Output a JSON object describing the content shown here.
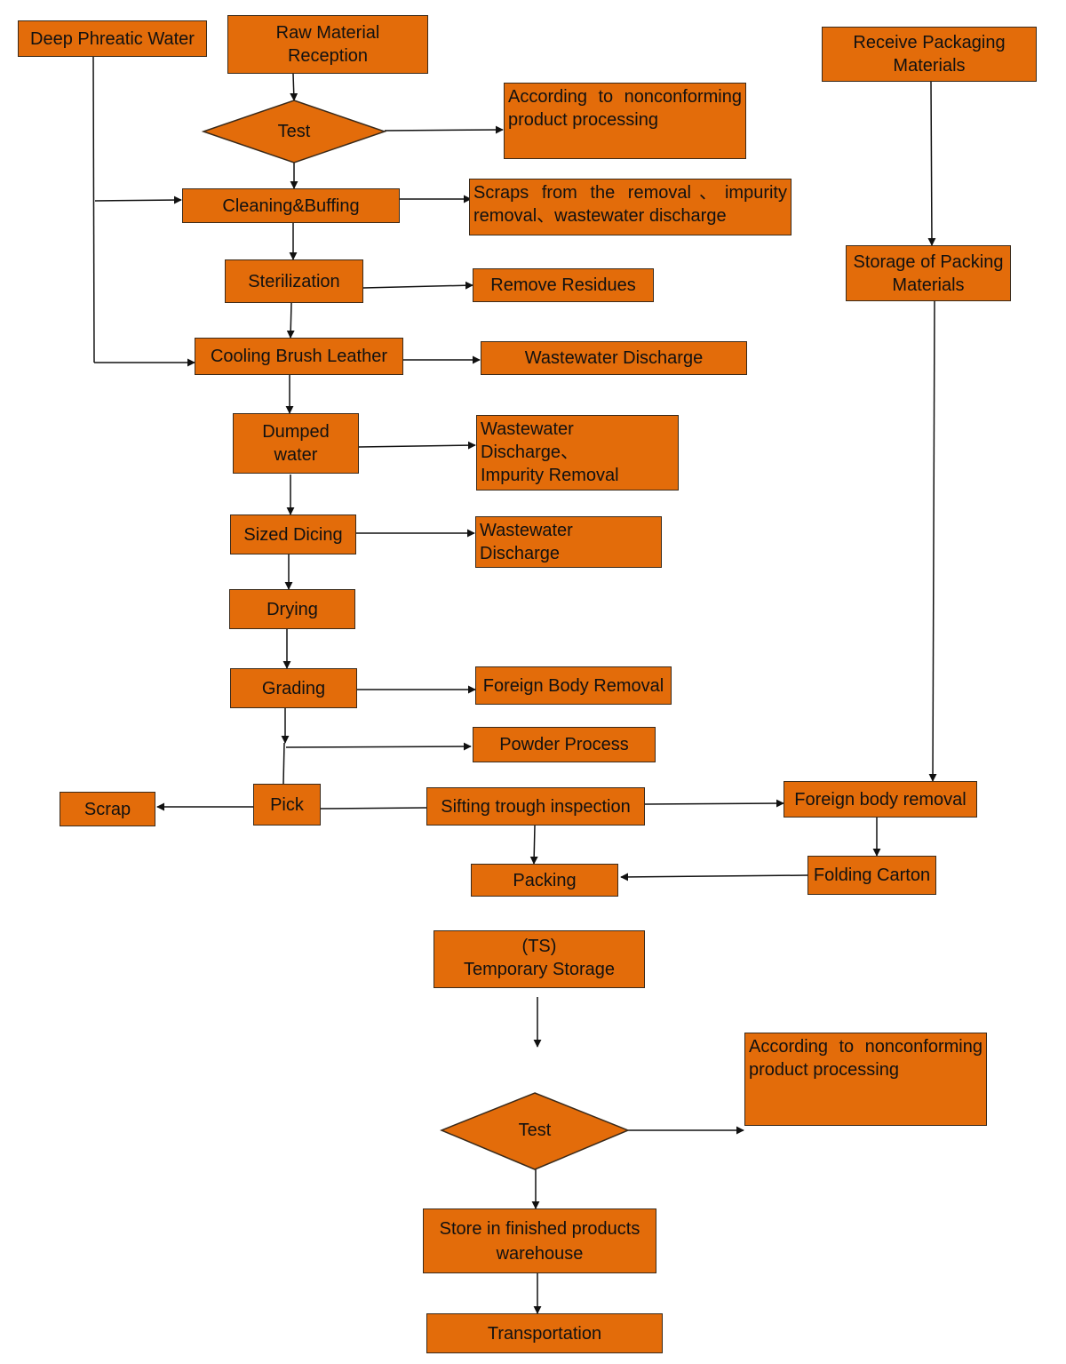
{
  "nodes": {
    "deep_phreatic_water": "Deep Phreatic Water",
    "raw_material_reception": "Raw Material Reception",
    "test_1": "Test",
    "nonconforming_1": "According to nonconforming product processing",
    "cleaning_buffing": "Cleaning&Buffing",
    "scraps_removal": "Scraps from the removal、impurity removal、wastewater discharge",
    "sterilization": "Sterilization",
    "remove_residues": "Remove Residues",
    "cooling_brush_leather": "Cooling Brush Leather",
    "wastewater_discharge_1": "Wastewater Discharge",
    "dumped_water": "Dumped water",
    "wastewater_impurity": "Wastewater Discharge、 Impurity Removal",
    "sized_dicing": "Sized Dicing",
    "wastewater_discharge_2": "Wastewater Discharge",
    "drying": "Drying",
    "grading": "Grading",
    "foreign_body_removal_1": "Foreign Body Removal",
    "powder_process": "Powder Process",
    "scrap": "Scrap",
    "pick": "Pick",
    "sifting_trough_inspection": "Sifting trough inspection",
    "foreign_body_removal_2": "Foreign body removal",
    "packing": "Packing",
    "folding_carton": "Folding Carton",
    "receive_packaging_materials": "Receive Packaging Materials",
    "storage_packing_materials": "Storage of Packing Materials",
    "temporary_storage_abbr": "(TS)",
    "temporary_storage": "Temporary Storage",
    "test_2": "Test",
    "nonconforming_2": "According to nonconforming product processing",
    "finished_products_warehouse": "Store in finished products warehouse",
    "transportation": "Transportation"
  },
  "colors": {
    "box_fill": "#e36c0a",
    "box_border": "#3a2a1a",
    "line": "#111111"
  }
}
